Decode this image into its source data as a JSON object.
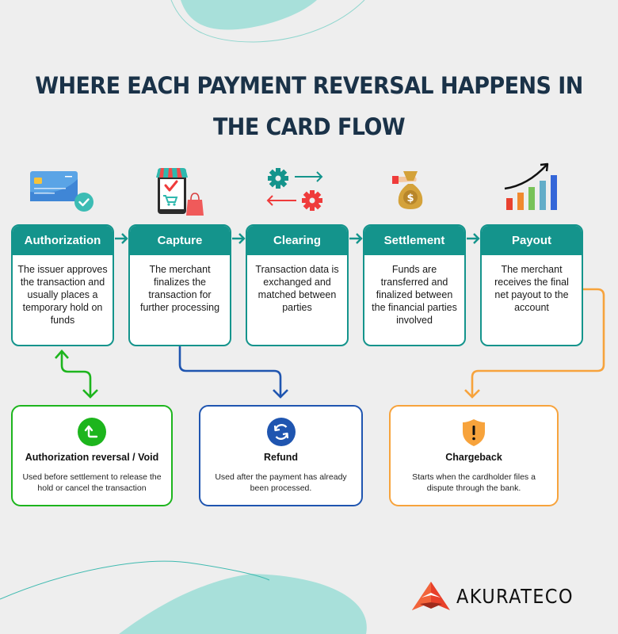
{
  "title": {
    "line1": "WHERE EACH PAYMENT REVERSAL HAPPENS IN",
    "line2": "THE CARD FLOW"
  },
  "colors": {
    "background": "#eeeeee",
    "title": "#1a3248",
    "stage_teal": "#14948c",
    "void_green": "#1db51d",
    "refund_blue": "#1f55b0",
    "chargeback_orange": "#f7a33c",
    "decor_mint": "#a8e0da"
  },
  "stages": [
    {
      "name": "Authorization",
      "icon": "credit-card-check-icon",
      "description": "The issuer approves the transaction and usually places a temporary hold on funds"
    },
    {
      "name": "Capture",
      "icon": "mobile-shop-cart-icon",
      "description": "The merchant finalizes the transaction for further processing"
    },
    {
      "name": "Clearing",
      "icon": "gears-exchange-icon",
      "description": "Transaction data is exchanged and matched between parties"
    },
    {
      "name": "Settlement",
      "icon": "money-bag-icon",
      "description": "Funds are transferred and finalized between the financial parties involved"
    },
    {
      "name": "Payout",
      "icon": "growth-chart-icon",
      "description": "The merchant receives the final net payout to the account"
    }
  ],
  "reversals": [
    {
      "name": "Authorization reversal / Void",
      "icon": "return-arrow-icon",
      "linked_stage": "Authorization",
      "description": "Used before settlement to release the hold or cancel the transaction"
    },
    {
      "name": "Refund",
      "icon": "refresh-cycle-icon",
      "linked_stage": "Capture",
      "description": "Used after the payment has already been processed."
    },
    {
      "name": "Chargeback",
      "icon": "shield-alert-icon",
      "linked_stage": "Payout",
      "description": "Starts when the cardholder files a dispute through the bank."
    }
  ],
  "brand": {
    "name": "AKURATECO",
    "icon": "akurateco-logo-icon"
  }
}
